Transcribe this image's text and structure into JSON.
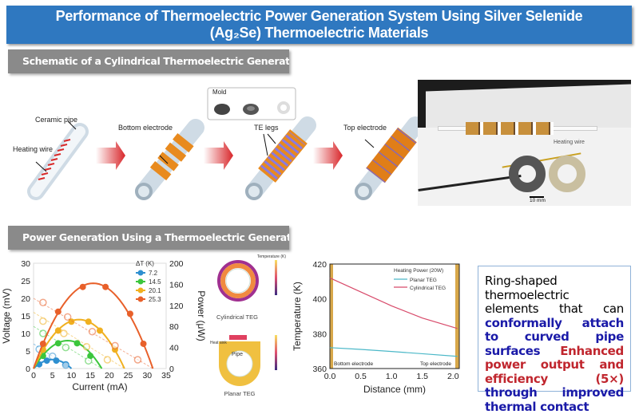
{
  "title_line1": "Performance of Thermoelectric Power Generation System Using Silver Selenide",
  "title_line2": "(Ag₂Se) Thermoelectric Materials",
  "section1": "Schematic of a Cylindrical Thermoelectric Generator",
  "section2": "Power Generation Using a Thermoelectric Generator",
  "schematic": {
    "ceramic_pipe": "Ceramic pipe",
    "heating_wire": "Heating wire",
    "bottom_electrode": "Bottom electrode",
    "mold": "Mold",
    "te_legs": "TE legs",
    "top_electrode": "Top electrode"
  },
  "photo": {
    "heating_wire": "Heating wire",
    "scale": "10 mm"
  },
  "sim": {
    "cyl_label": "Cylindrical TEG",
    "planar_label": "Planar TEG",
    "heat_sink": "Heat sink",
    "pipe": "Pipe",
    "temperature": "Temperature (K)"
  },
  "textbox": {
    "t1": "Ring-shaped thermoelectric elements that can",
    "t2": "conformally attach to curved pipe surfaces",
    "t3": "Enhanced power output and efficiency (5×)",
    "t4": "through improved thermal contact"
  },
  "colors": {
    "title_bg": "#2f78c0",
    "section_bg": "#8a8a8a",
    "blue_text": "#1a1aa8",
    "red_text": "#c0262e"
  },
  "chart_data": [
    {
      "type": "line",
      "xlabel": "Current (mA)",
      "ylabel": "Voltage (mV)",
      "y2label": "Power (μW)",
      "xlim": [
        0,
        35
      ],
      "ylim": [
        0,
        30
      ],
      "y2lim": [
        0,
        200
      ],
      "xticks": [
        0,
        5,
        10,
        15,
        20,
        25,
        30,
        35
      ],
      "yticks": [
        0,
        5,
        10,
        15,
        20,
        25,
        30
      ],
      "y2ticks": [
        0,
        40,
        80,
        120,
        160,
        200
      ],
      "legend_title": "ΔT (K)",
      "legend_position": "top-right",
      "series": [
        {
          "name": "7.2",
          "color": "#2e8fd0",
          "isc": 10,
          "v0": 7,
          "pmax": 17,
          "power_points": [
            [
              1.5,
              8
            ],
            [
              3.5,
              15
            ],
            [
              6,
              15
            ],
            [
              8.5,
              8
            ]
          ],
          "voltage_points": [
            [
              1.5,
              5.5
            ],
            [
              5,
              3.5
            ],
            [
              8.5,
              1
            ]
          ]
        },
        {
          "name": "14.5",
          "color": "#3cc63c",
          "isc": 18,
          "v0": 12,
          "pmax": 53,
          "power_points": [
            [
              2.5,
              24
            ],
            [
              6.5,
              48
            ],
            [
              11.5,
              48
            ],
            [
              15,
              24
            ]
          ],
          "voltage_points": [
            [
              2.5,
              10
            ],
            [
              8.5,
              6
            ],
            [
              14.5,
              2.2
            ]
          ]
        },
        {
          "name": "20.1",
          "color": "#f0b020",
          "isc": 24,
          "v0": 16,
          "pmax": 93,
          "power_points": [
            [
              2.5,
              36
            ],
            [
              6.5,
              72
            ],
            [
              10,
              89
            ],
            [
              14.5,
              89
            ],
            [
              17.5,
              72
            ],
            [
              21.5,
              36
            ]
          ],
          "voltage_points": [
            [
              2.5,
              13.5
            ],
            [
              8,
              10
            ],
            [
              14,
              6.2
            ],
            [
              19.5,
              2.5
            ]
          ]
        },
        {
          "name": "25.3",
          "color": "#e8602a",
          "isc": 31.5,
          "v0": 20,
          "pmax": 162,
          "power_points": [
            [
              2.5,
              47
            ],
            [
              6.5,
              108
            ],
            [
              13,
              155
            ],
            [
              19,
              155
            ],
            [
              25.5,
              104
            ],
            [
              29,
              47
            ]
          ],
          "voltage_points": [
            [
              2.5,
              18.8
            ],
            [
              9,
              14.7
            ],
            [
              15.5,
              10.5
            ],
            [
              21.5,
              6.5
            ],
            [
              27.5,
              2.5
            ]
          ]
        }
      ]
    },
    {
      "type": "line",
      "xlabel": "Distance (mm)",
      "ylabel": "Temperature (K)",
      "xlim": [
        0,
        2.1
      ],
      "ylim": [
        360,
        420
      ],
      "xticks": [
        "0.0",
        "0.5",
        "1.0",
        "1.5",
        "2.0"
      ],
      "yticks": [
        360,
        380,
        400,
        420
      ],
      "legend_title": "Heating Power (20W)",
      "legend_position": "top-right",
      "annotations": [
        "Bottom electrode",
        "Top electrode"
      ],
      "series": [
        {
          "name": "Planar TEG",
          "color": "#4bb8c8",
          "x": [
            0,
            0.5,
            1.0,
            1.5,
            2.07
          ],
          "y": [
            372,
            371,
            369.8,
            368.5,
            367
          ]
        },
        {
          "name": "Cylindrical TEG",
          "color": "#d84a6a",
          "x": [
            0,
            0.5,
            1.0,
            1.5,
            2.07
          ],
          "y": [
            412,
            404,
            396,
            389,
            383
          ]
        }
      ]
    }
  ]
}
